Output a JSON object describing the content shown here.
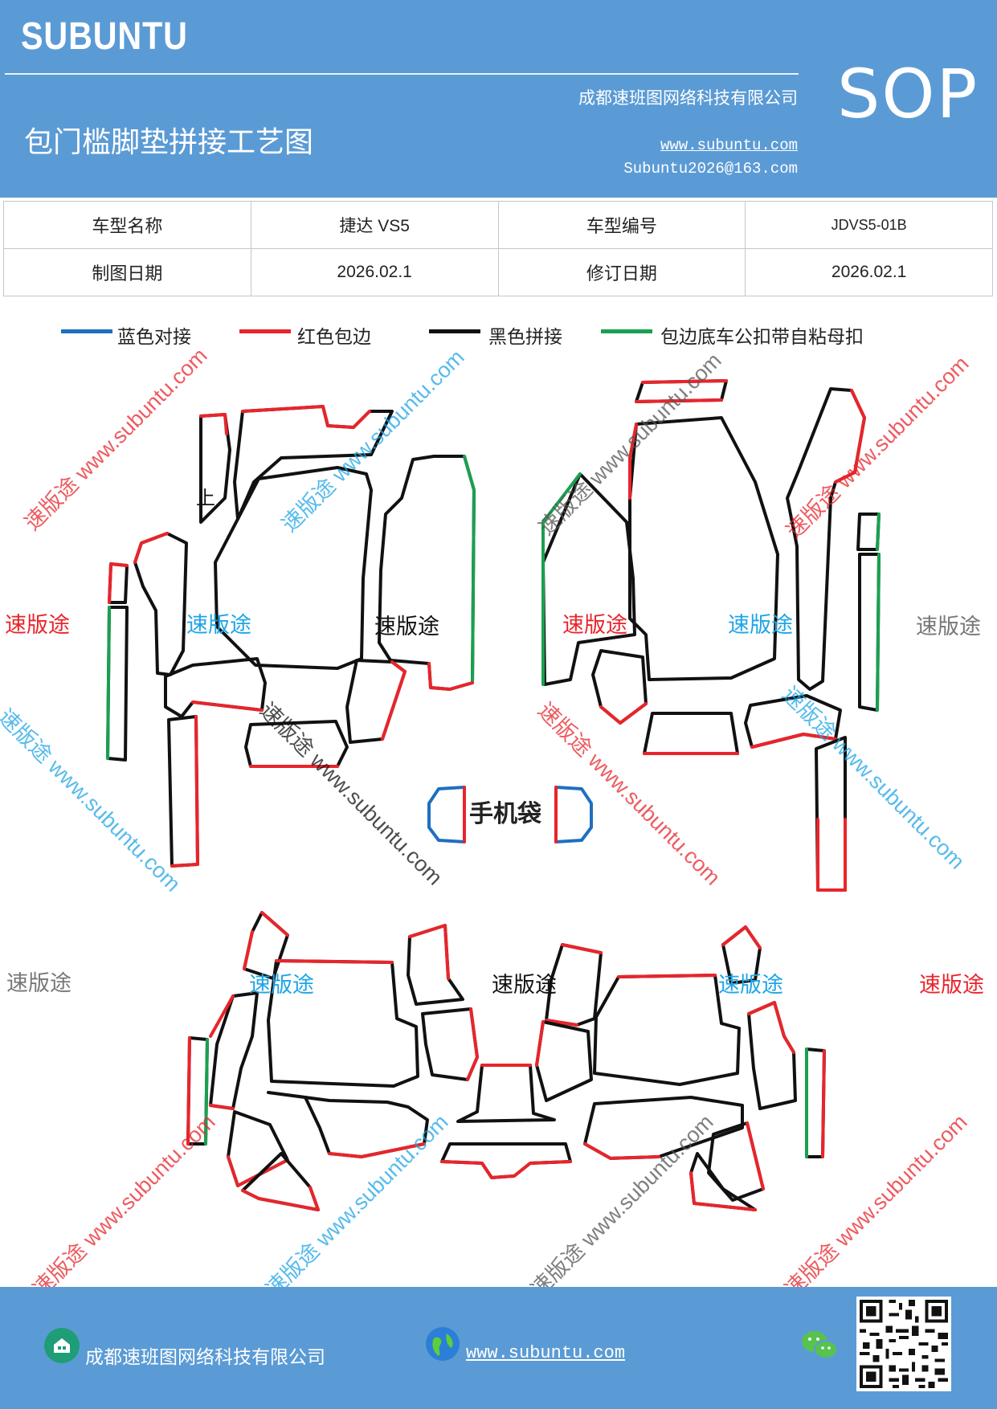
{
  "header": {
    "brand": "SUBUNTU",
    "company": "成都速班图网络科技有限公司",
    "title": "包门槛脚垫拼接工艺图",
    "website": "www.subuntu.com",
    "email": "Subuntu2026@163.com",
    "sop": "SOP"
  },
  "info_table": {
    "model_name_label": "车型名称",
    "model_name_value": "捷达 VS5",
    "model_code_label": "车型编号",
    "model_code_value": "JDVS5-01B",
    "draw_date_label": "制图日期",
    "draw_date_value": "2026.02.1",
    "revise_date_label": "修订日期",
    "revise_date_value": "2026.02.1"
  },
  "legend": [
    {
      "label": "蓝色对接",
      "color": "#1f6fc0"
    },
    {
      "label": "红色包边",
      "color": "#e8252b"
    },
    {
      "label": "黑色拼接",
      "color": "#111111"
    },
    {
      "label": "包边底车公扣带自粘母扣",
      "color": "#1aa050"
    }
  ],
  "diagram": {
    "up_mark": "上",
    "phone_pocket": "手机袋",
    "watermark_cn": "速版途",
    "watermark_url": "www.subuntu.com",
    "watermark_full": "速版途 www.subuntu.com"
  },
  "footer": {
    "company": "成都速班图网络科技有限公司",
    "website": "www.subuntu.com"
  },
  "colors": {
    "header_bg": "#5b9bd5",
    "blue_line": "#1f6fc0",
    "red_line": "#e8252b",
    "black_line": "#111111",
    "green_line": "#1aa050"
  }
}
